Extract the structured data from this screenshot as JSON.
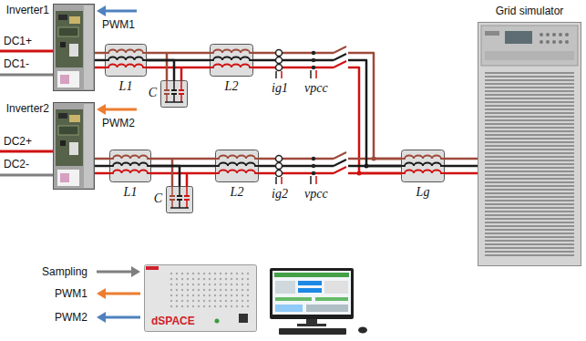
{
  "diagram": {
    "nodes": [
      {
        "text": [
          "Inverter1"
        ]
      },
      {
        "text": [
          "L1"
        ]
      },
      {
        "text": [
          "C"
        ]
      },
      {
        "text": [
          "L2"
        ]
      },
      {
        "text": [
          "Grid simulator"
        ]
      },
      {
        "text": [
          "Inverter2"
        ]
      },
      {
        "text": [
          "L1"
        ]
      },
      {
        "text": [
          "C"
        ]
      },
      {
        "text": [
          "L2"
        ]
      },
      {
        "text": [
          "Lg"
        ]
      },
      {
        "text": [
          "dSPACE"
        ]
      }
    ],
    "edges": [
      {
        "from": 0,
        "to": 1,
        "arrow": "none"
      },
      {
        "from": 1,
        "to": 3,
        "arrow": "none"
      },
      {
        "from": 1,
        "to": 2,
        "arrow": "none"
      },
      {
        "from": 3,
        "to": 9,
        "arrow": "none"
      },
      {
        "from": 5,
        "to": 6,
        "arrow": "none"
      },
      {
        "from": 6,
        "to": 8,
        "arrow": "none"
      },
      {
        "from": 6,
        "to": 7,
        "arrow": "none"
      },
      {
        "from": 8,
        "to": 9,
        "arrow": "none"
      },
      {
        "from": 9,
        "to": 4,
        "arrow": "none"
      }
    ],
    "labels": [
      "DC1+",
      "DC1-",
      "PWM1",
      "ig1",
      "vpcc",
      "DC2+",
      "DC2-",
      "PWM2",
      "ig2",
      "vpcc",
      "Sampling",
      "PWM1",
      "PWM2"
    ]
  }
}
